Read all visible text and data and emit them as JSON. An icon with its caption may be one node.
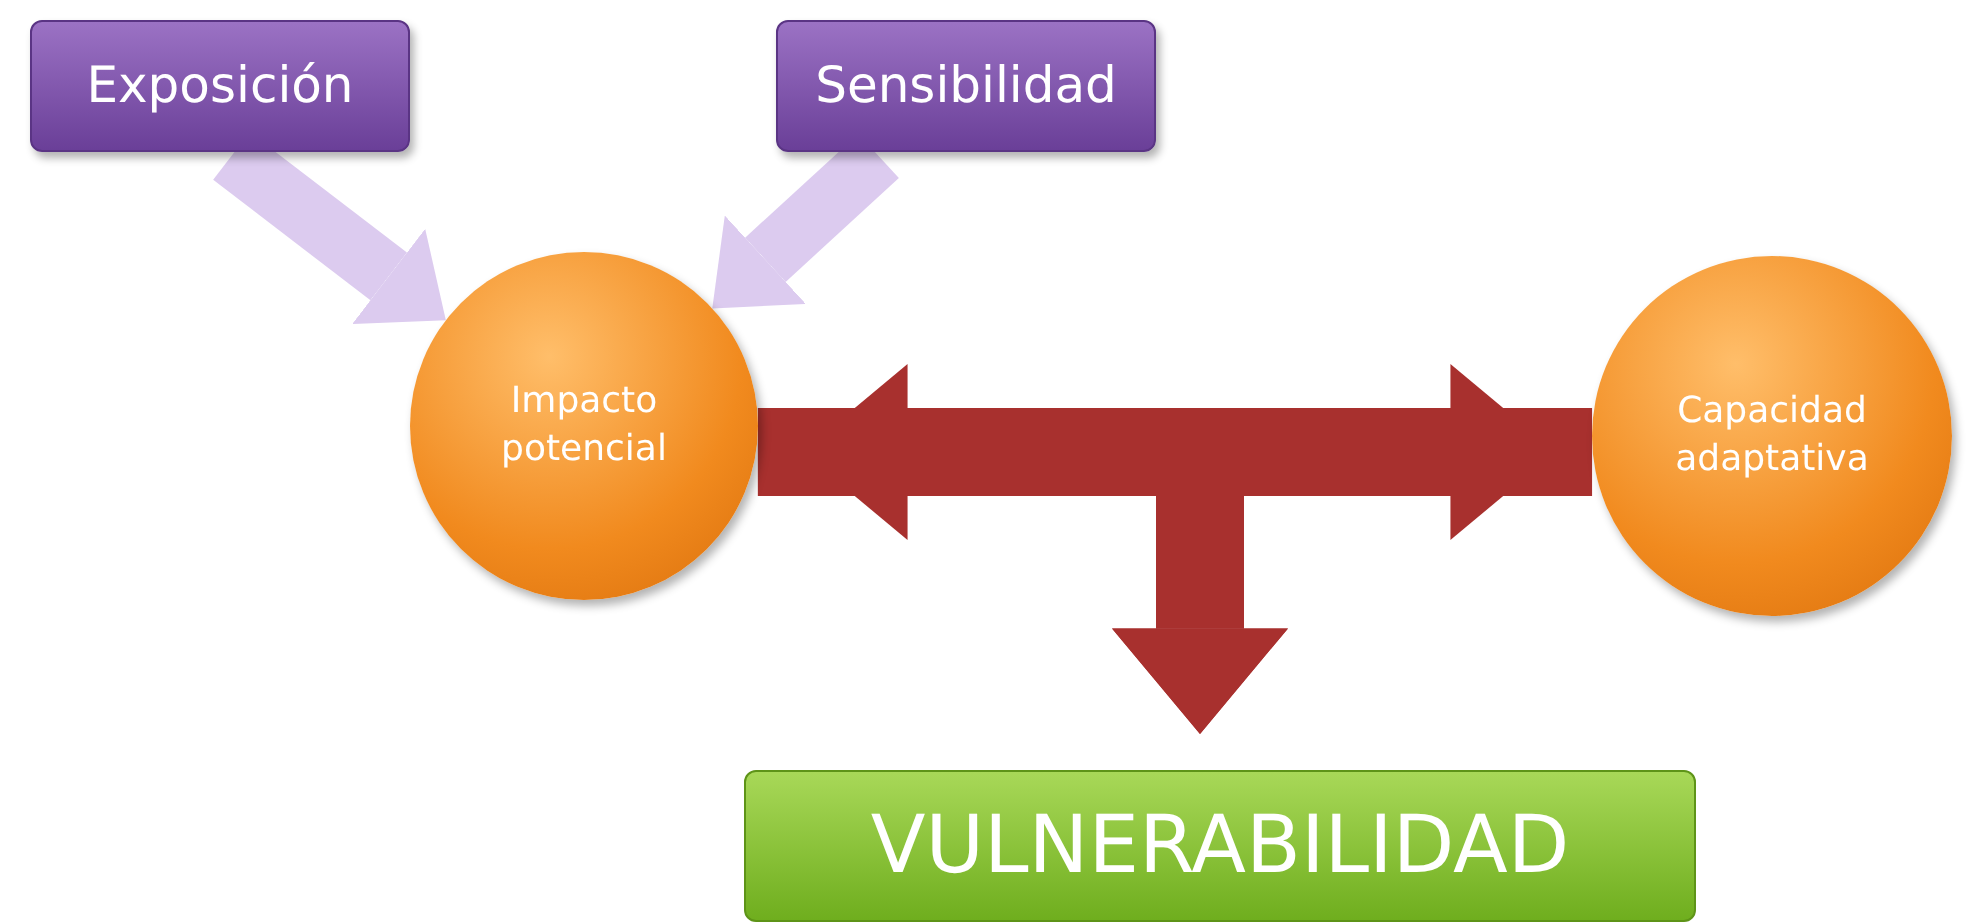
{
  "diagram": {
    "nodes": [
      {
        "text": [
          "Exposición"
        ]
      },
      {
        "text": [
          "Sensibilidad"
        ]
      },
      {
        "text": [
          "Impacto potencial"
        ]
      },
      {
        "text": [
          "Capacidad adaptativa"
        ]
      },
      {
        "text": [
          "VULNERABILIDAD"
        ]
      }
    ],
    "edges": [
      {
        "from": 0,
        "to": 2,
        "arrow": "to",
        "color": "#dccbef"
      },
      {
        "from": 1,
        "to": 2,
        "arrow": "to",
        "color": "#dccbef"
      },
      {
        "from": 2,
        "to": 3,
        "arrow": "both"
      },
      {
        "from": 2,
        "to": 4,
        "arrow": "to"
      },
      {
        "from": 3,
        "to": 4,
        "arrow": "to"
      }
    ]
  }
}
